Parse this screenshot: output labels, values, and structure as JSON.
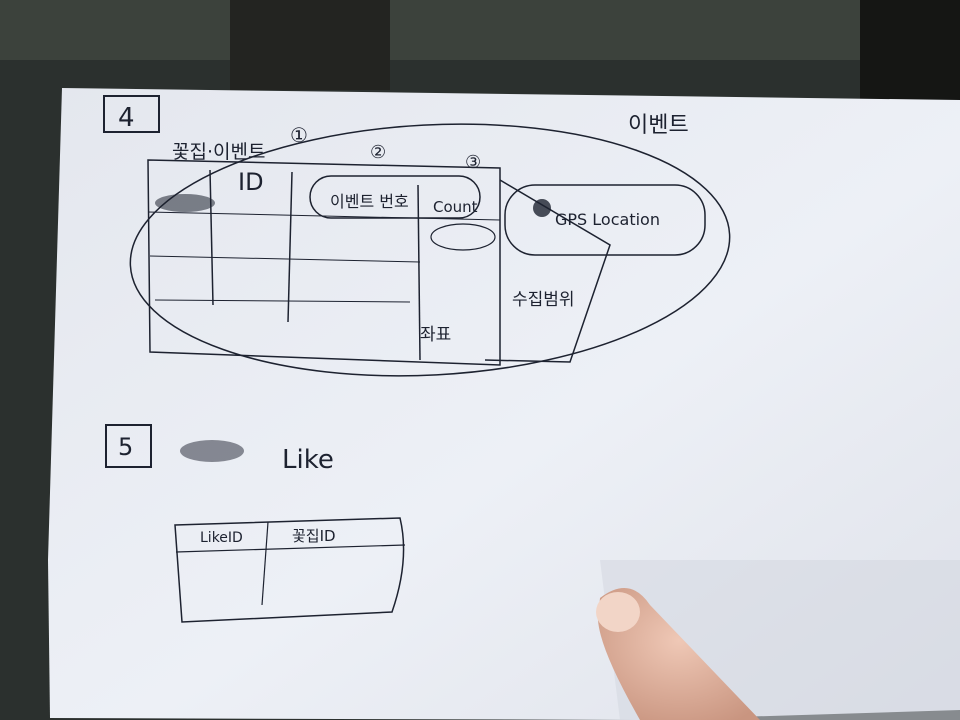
{
  "sections": [
    {
      "number": "4",
      "heading": "꽃집·이벤트",
      "title_right": "이벤트",
      "circled_marks": [
        "①",
        "②",
        "③"
      ],
      "table_cells": [
        "ID",
        "이벤트 번호",
        "Count",
        "GPS Location"
      ],
      "notes": [
        "좌표",
        "수집범위"
      ]
    },
    {
      "number": "5",
      "heading": "Like",
      "table_headers": [
        "LikeID",
        "꽃집ID"
      ]
    }
  ],
  "colors": {
    "background": "#2b302e",
    "paper": "#e9ecf3",
    "ink": "#1d2230",
    "skin": "#e6b9a6"
  }
}
